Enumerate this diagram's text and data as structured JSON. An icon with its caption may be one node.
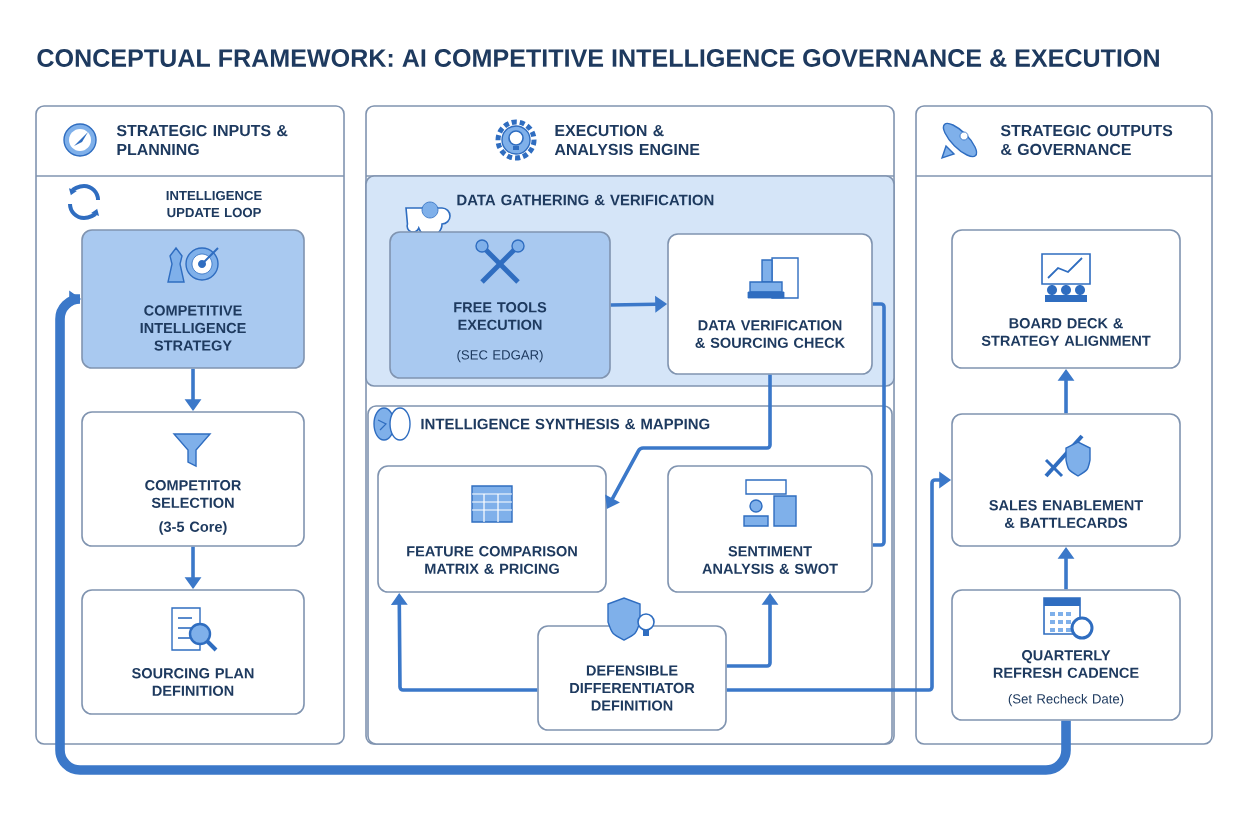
{
  "diagram": {
    "title": "CONCEPTUAL FRAMEWORK: AI COMPETITIVE INTELLIGENCE GOVERNANCE & EXECUTION",
    "nodes": [
      {
        "text": [
          "STRATEGIC INPUTS & PLANNING"
        ]
      },
      {
        "text": [
          "COMPETITIVE INTELLIGENCE STRATEGY"
        ],
        "in": 0
      },
      {
        "text": [
          "COMPETITOR SELECTION",
          "(3-5 Core)"
        ],
        "in": 0
      },
      {
        "text": [
          "SOURCING PLAN DEFINITION"
        ],
        "in": 0
      },
      {
        "text": [
          "EXECUTION & ANALYSIS ENGINE"
        ]
      },
      {
        "text": [
          "DATA GATHERING & VERIFICATION"
        ],
        "in": 4
      },
      {
        "text": [
          "FREE TOOLS EXECUTION",
          "(SEC EDGAR)"
        ],
        "in": 5
      },
      {
        "text": [
          "DATA VERIFICATION & SOURCING CHECK"
        ],
        "in": 5
      },
      {
        "text": [
          "INTELLIGENCE SYNTHESIS & MAPPING"
        ],
        "in": 4
      },
      {
        "text": [
          "FEATURE COMPARISON MATRIX & PRICING"
        ],
        "in": 8
      },
      {
        "text": [
          "SENTIMENT ANALYSIS & SWOT"
        ],
        "in": 8
      },
      {
        "text": [
          "DEFENSIBLE DIFFERENTIATOR DEFINITION"
        ],
        "in": 8
      },
      {
        "text": [
          "STRATEGIC OUTPUTS & GOVERNANCE"
        ]
      },
      {
        "text": [
          "BOARD DECK & STRATEGY ALIGNMENT"
        ],
        "in": 12
      },
      {
        "text": [
          "SALES ENABLEMENT & BATTLECARDS"
        ],
        "in": 12
      },
      {
        "text": [
          "QUARTERLY REFRESH CADENCE",
          "(Set Recheck Date)"
        ],
        "in": 12
      }
    ],
    "edges": [
      {
        "from": 1,
        "to": 2,
        "arrow": "to"
      },
      {
        "from": 2,
        "to": 3,
        "arrow": "to"
      },
      {
        "from": 6,
        "to": 7,
        "arrow": "to"
      },
      {
        "from": 7,
        "to": 9,
        "arrow": "to"
      },
      {
        "from": 7,
        "to": 10,
        "arrow": "none"
      },
      {
        "from": 11,
        "to": 9,
        "arrow": "to"
      },
      {
        "from": 11,
        "to": 10,
        "arrow": "to"
      },
      {
        "from": 11,
        "to": 14,
        "arrow": "to"
      },
      {
        "from": 14,
        "to": 13,
        "arrow": "to"
      },
      {
        "from": 15,
        "to": 14,
        "arrow": "to"
      },
      {
        "from": 15,
        "to": 1,
        "arrow": "to",
        "style": "thick"
      }
    ],
    "labels": [
      "INTELLIGENCE UPDATE LOOP"
    ]
  }
}
